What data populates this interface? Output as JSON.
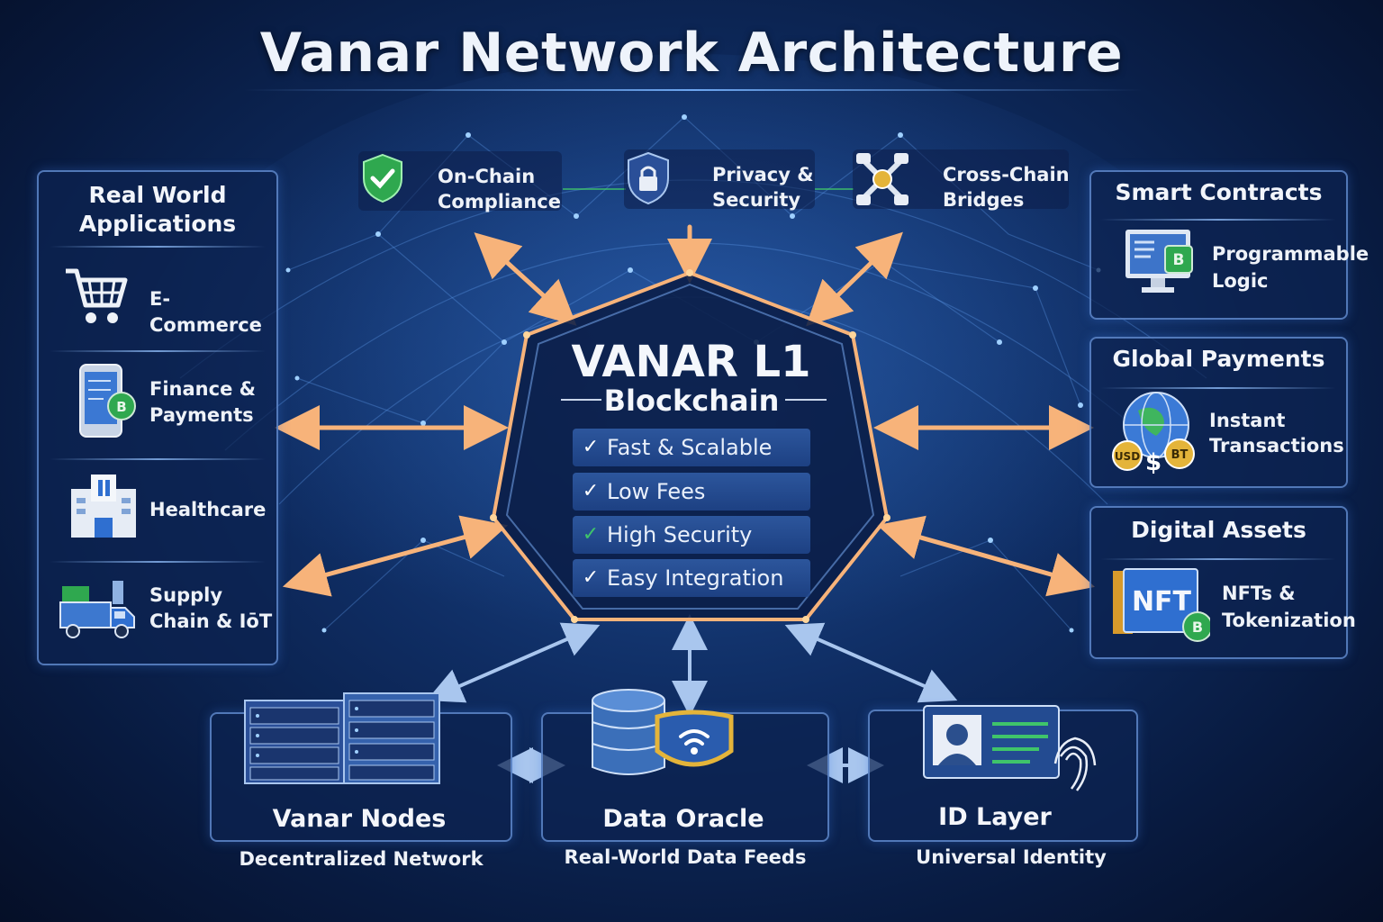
{
  "title": "Vanar Network Architecture",
  "colors": {
    "accent_orange": "#f7b37a",
    "arrow_blue": "#a9c6ee",
    "border_blue": "#6996dc",
    "check_green": "#3fc46a"
  },
  "core": {
    "title": "VANAR L1",
    "subtitle": "Blockchain",
    "features": [
      {
        "label": "Fast & Scalable",
        "icon": "check-icon"
      },
      {
        "label": "Low Fees",
        "icon": "check-icon"
      },
      {
        "label": "High Security",
        "icon": "check-icon"
      },
      {
        "label": "Easy Integration",
        "icon": "check-icon"
      }
    ]
  },
  "top": [
    {
      "label": "On-Chain\nCompliance",
      "icon": "shield-check-icon"
    },
    {
      "label": "Privacy &\nSecurity",
      "icon": "lock-shield-icon"
    },
    {
      "label": "Cross-Chain\nBridges",
      "icon": "bridge-icon"
    }
  ],
  "left_panel": {
    "title": "Real World\nApplications",
    "items": [
      {
        "label": "E-Commerce",
        "icon": "cart-icon"
      },
      {
        "label": "Finance &\nPayments",
        "icon": "phone-icon"
      },
      {
        "label": "Healthcare",
        "icon": "hospital-icon"
      },
      {
        "label": "Supply\nChain & IōT",
        "icon": "truck-icon"
      }
    ]
  },
  "right_panels": [
    {
      "title": "Smart Contracts",
      "label": "Programmable\nLogic",
      "icon": "monitor-icon"
    },
    {
      "title": "Global Payments",
      "label": "Instant\nTransactions",
      "icon": "globe-coins-icon",
      "coins": [
        "USD",
        "$",
        "BT"
      ]
    },
    {
      "title": "Digital Assets",
      "label": "NFTs &\nTokenization",
      "icon": "nft-icon",
      "badge": "NFT"
    }
  ],
  "bottom": [
    {
      "title": "Vanar Nodes",
      "subtitle": "Decentralized Network",
      "icon": "server-icon"
    },
    {
      "title": "Data Oracle",
      "subtitle": "Real-World Data Feeds",
      "icon": "database-icon"
    },
    {
      "title": "ID Layer",
      "subtitle": "Universal Identity",
      "icon": "id-card-icon"
    }
  ]
}
